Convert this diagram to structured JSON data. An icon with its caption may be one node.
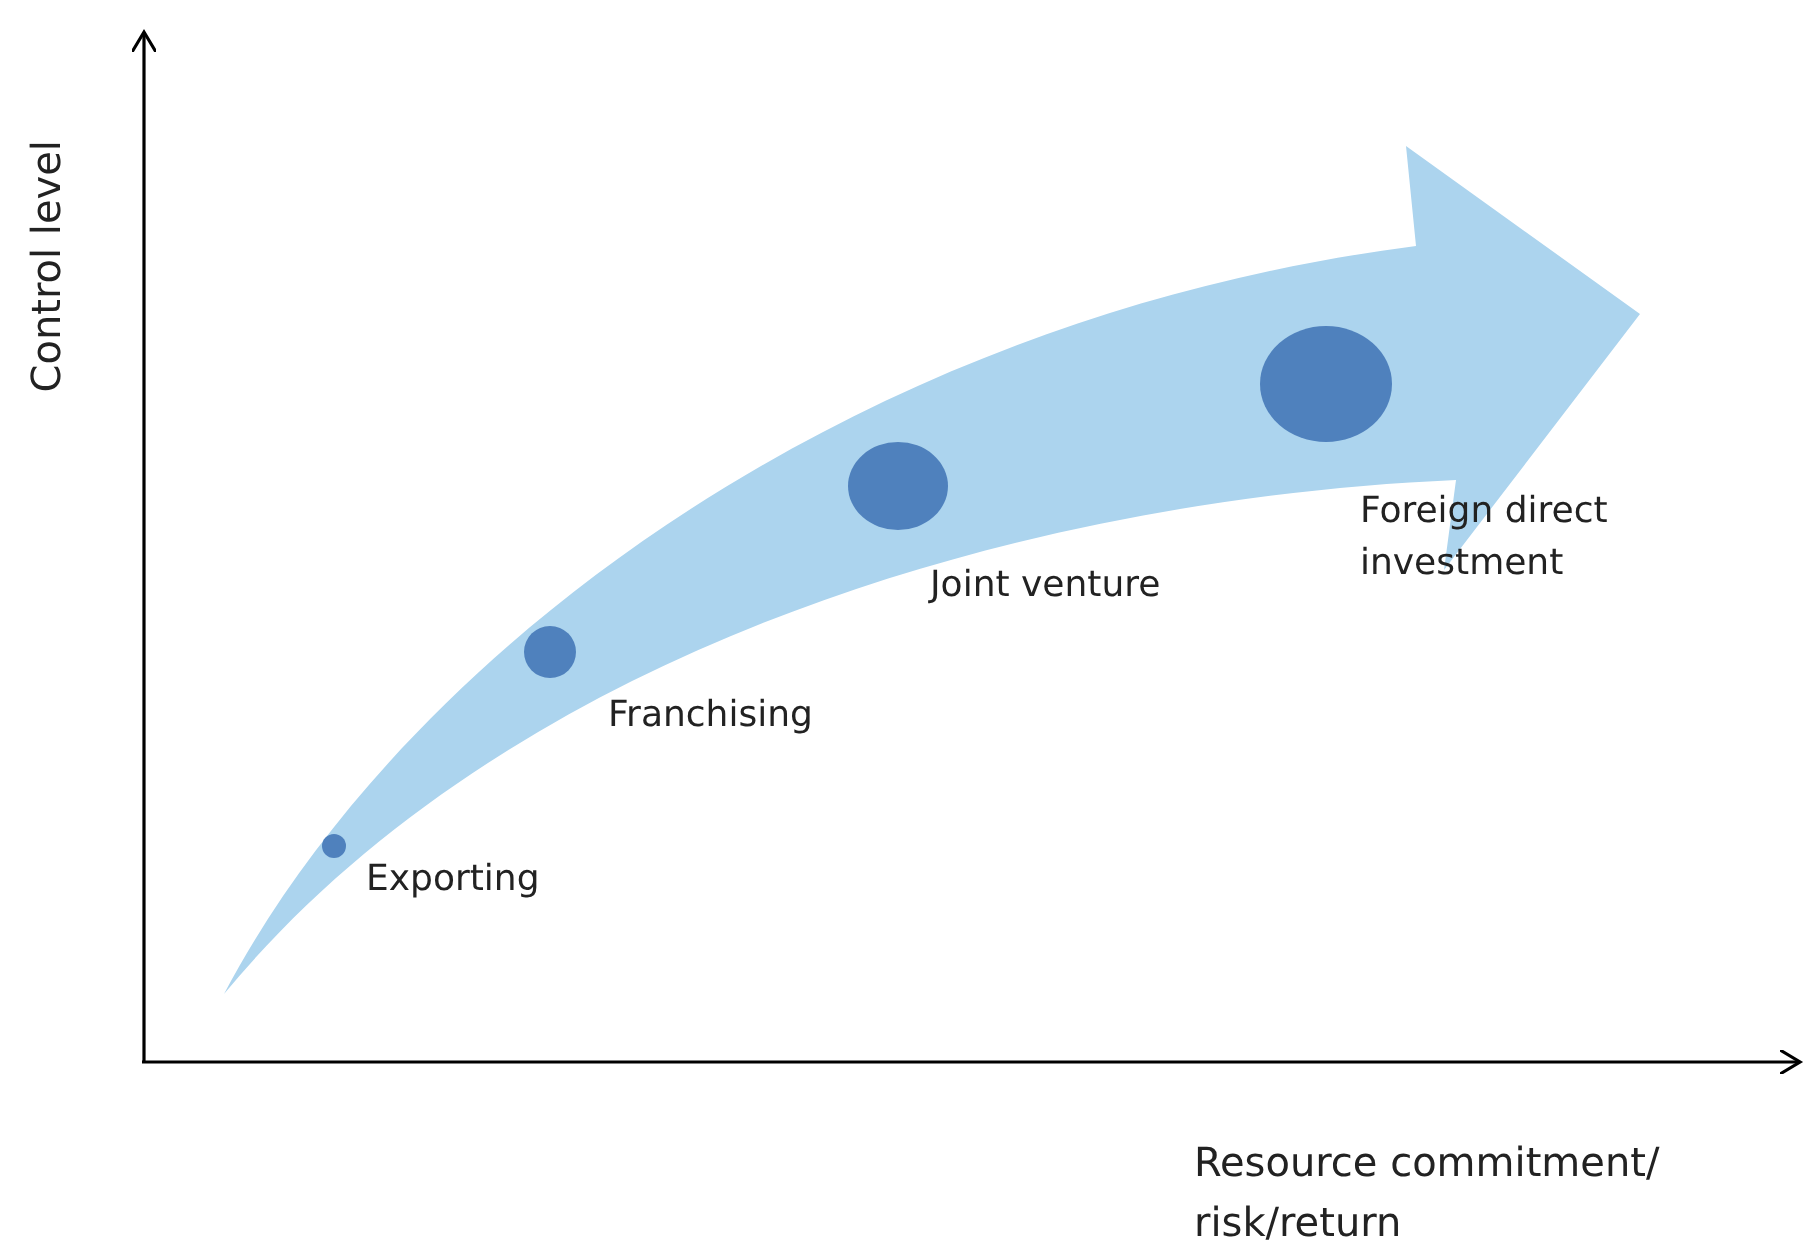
{
  "diagram": {
    "nodes": [
      {
        "text": [],
        "shape": "circle",
        "beside": [
          "Exporting"
        ]
      },
      {
        "text": [],
        "shape": "circle",
        "beside": [
          "Franchising"
        ]
      },
      {
        "text": [],
        "shape": "circle",
        "beside": [
          "Joint venture"
        ]
      },
      {
        "text": [],
        "shape": "circle",
        "beside": [
          "Foreign direct investment"
        ]
      }
    ],
    "labels": [
      "Control level",
      "Resource commitment/ risk/return"
    ]
  }
}
